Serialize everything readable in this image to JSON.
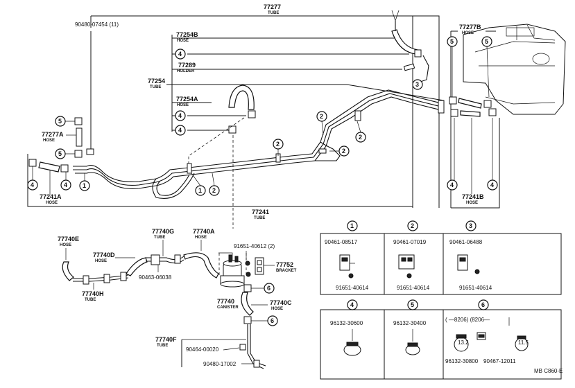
{
  "labels": {
    "p77277": "77277",
    "p77277_sub": "TUBE",
    "p90480_07454": "90480-07454 (11)",
    "p77254B": "77254B",
    "p77254B_sub": "HOSE",
    "p77289": "77289",
    "p77289_sub": "HOLDER",
    "p77254": "77254",
    "p77254_sub": "TUBE",
    "p77254A": "77254A",
    "p77254A_sub": "HOSE",
    "p77277A": "77277A",
    "p77277A_sub": "HOSE",
    "p77241A": "77241A",
    "p77241A_sub": "HOSE",
    "p77241": "77241",
    "p77241_sub": "TUBE",
    "p77277B": "77277B",
    "p77277B_sub": "HOSE",
    "p77241B": "77241B",
    "p77241B_sub": "HOSE",
    "p77740E": "77740E",
    "p77740E_sub": "HOSE",
    "p77740D": "77740D",
    "p77740D_sub": "HOSE",
    "p77740G": "77740G",
    "p77740G_sub": "TUBE",
    "p77740A": "77740A",
    "p77740A_sub": "HOSE",
    "p77740H": "77740H",
    "p77740H_sub": "TUBE",
    "p90463_06038": "90463-06038",
    "p91651_40612": "91651-40612 (2)",
    "p77752": "77752",
    "p77752_sub": "BRACKET",
    "p77740": "77740",
    "p77740_sub": "CANISTER",
    "p77740C": "77740C",
    "p77740C_sub": "HOSE",
    "p77740F": "77740F",
    "p77740F_sub": "TUBE",
    "p90464_00020": "90464-00020",
    "p90480_17002": "90480-17002"
  },
  "callouts": [
    "1",
    "2",
    "3",
    "4",
    "5",
    "6"
  ],
  "detail_panels": {
    "p1": {
      "num": "1",
      "a": "90461-08517",
      "b": "91651-40614"
    },
    "p2": {
      "num": "2",
      "a": "90461-07019",
      "b": "91651-40614"
    },
    "p3": {
      "num": "3",
      "a": "90461-06488",
      "b": "91651-40614"
    },
    "p4": {
      "num": "4",
      "a": "96132-30600"
    },
    "p5": {
      "num": "5",
      "a": "96132-30400"
    },
    "p6": {
      "num": "6",
      "range": "( —8206) (8206—",
      "a": "96132-30800",
      "b": "90467-12011",
      "dim_a": "13.2",
      "dim_b": "11.5"
    }
  },
  "footer": {
    "code": "MB  C860-E"
  },
  "colors": {
    "ink": "#111111",
    "paper": "#ffffff"
  },
  "icons": [
    "clamp-icon",
    "clip-icon",
    "bolt-icon",
    "canister-icon",
    "fuel-tank-icon"
  ]
}
